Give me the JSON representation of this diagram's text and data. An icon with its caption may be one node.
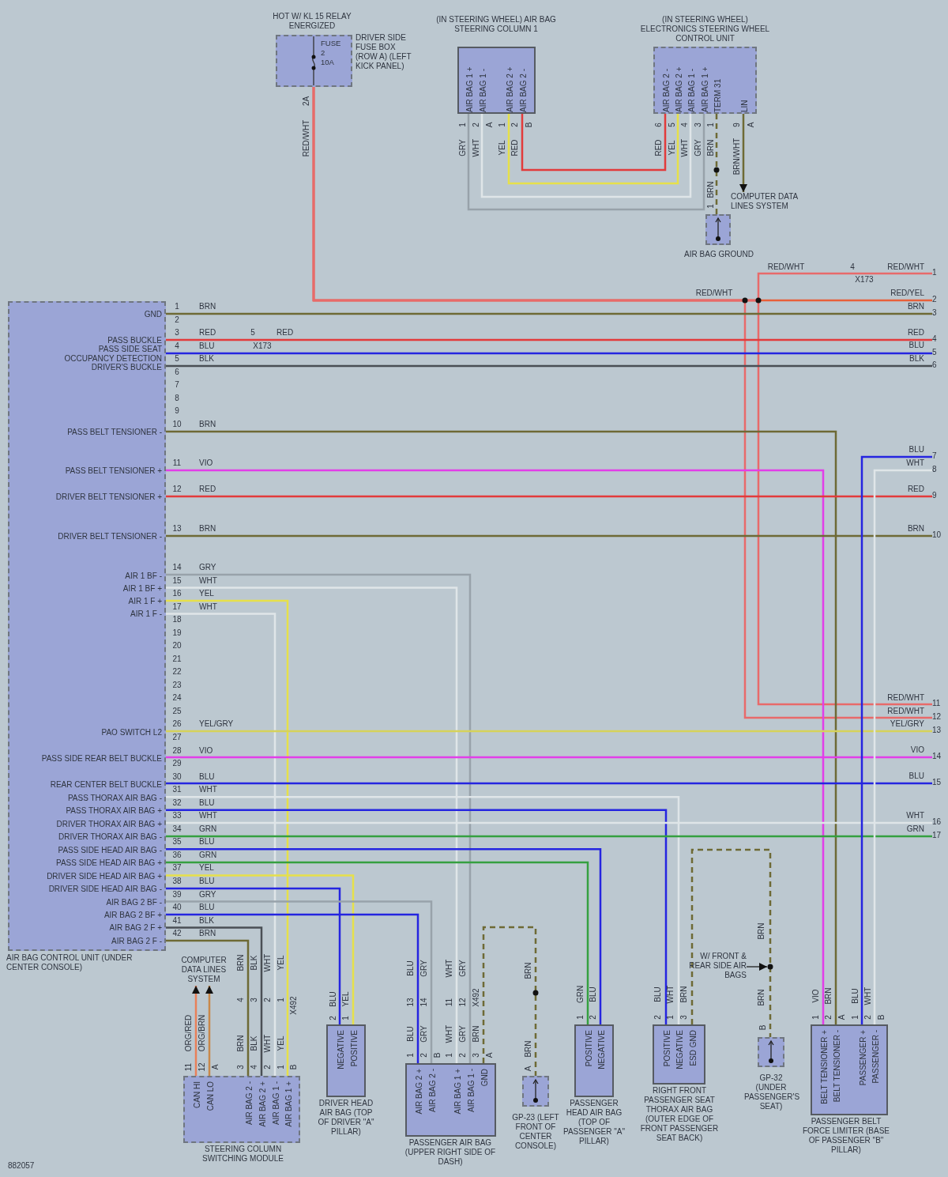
{
  "diagram": {
    "nodes": [
      {
        "text": [
          "FUSE 2 10A",
          "DRIVER SIDE FUSE BOX (ROW A) (LEFT KICK PANEL)"
        ],
        "beside": [
          "HOT W/ KL 15 RELAY ENERGIZED"
        ]
      },
      {
        "text": [
          "(IN STEERING WHEEL) AIR BAG STEERING COLUMN 1",
          "AIR BAG 1 +",
          "AIR BAG 1 -",
          "AIR BAG 2 +",
          "AIR BAG 2 -"
        ]
      },
      {
        "text": [
          "(IN STEERING WHEEL) ELECTRONICS STEERING WHEEL CONTROL UNIT",
          "AIR BAG 2 -",
          "AIR BAG 2 +",
          "AIR BAG 1 -",
          "AIR BAG 1 +",
          "TERM 31",
          "LIN"
        ]
      },
      {
        "text": [
          "COMPUTER DATA LINES SYSTEM"
        ]
      },
      {
        "text": [
          "AIR BAG GROUND"
        ]
      },
      {
        "text": [
          "AIR BAG CONTROL UNIT (UNDER CENTER CONSOLE)",
          "GND",
          "PASS BUCKLE",
          "PASS SIDE SEAT",
          "OCCUPANCY DETECTION",
          "DRIVER'S BUCKLE",
          "PASS BELT TENSIONER -",
          "PASS BELT TENSIONER +",
          "DRIVER BELT TENSIONER +",
          "DRIVER BELT TENSIONER -",
          "AIR 1 BF -",
          "AIR 1 BF +",
          "AIR 1 F +",
          "AIR 1 F -",
          "PAO SWITCH L2",
          "PASS SIDE REAR BELT BUCKLE",
          "REAR CENTER BELT BUCKLE",
          "PASS THORAX AIR BAG -",
          "PASS THORAX AIR BAG +",
          "DRIVER THORAX AIR BAG +",
          "DRIVER THORAX AIR BAG -",
          "PASS SIDE HEAD AIR BAG -",
          "PASS SIDE HEAD AIR BAG +",
          "DRIVER SIDE HEAD AIR BAG +",
          "DRIVER SIDE HEAD AIR BAG -",
          "AIR BAG 2 BF -",
          "AIR BAG 2 BF +",
          "AIR BAG 2 F +",
          "AIR BAG 2 F -"
        ]
      },
      {
        "text": [
          "COMPUTER DATA LINES SYSTEM"
        ]
      },
      {
        "text": [
          "STEERING COLUMN SWITCHING MODULE",
          "CAN HI",
          "CAN LO",
          "AIR BAG 2 -",
          "AIR BAG 2 +",
          "AIR BAG 1 -",
          "AIR BAG 1 +"
        ]
      },
      {
        "text": [
          "DRIVER HEAD AIR BAG (TOP OF DRIVER \"A\" PILLAR)",
          "NEGATIVE",
          "POSITIVE"
        ]
      },
      {
        "text": [
          "PASSENGER AIR BAG (UPPER RIGHT SIDE OF DASH)",
          "AIR BAG 2 +",
          "AIR BAG 2 -",
          "AIR BAG 1 +",
          "AIR BAG 1 -",
          "GND"
        ]
      },
      {
        "text": [
          "GP-23 (LEFT FRONT OF CENTER CONSOLE)"
        ]
      },
      {
        "text": [
          "PASSENGER HEAD AIR BAG (TOP OF PASSENGER \"A\" PILLAR)",
          "POSITIVE",
          "NEGATIVE"
        ]
      },
      {
        "text": [
          "RIGHT FRONT PASSENGER SEAT THORAX AIR BAG (OUTER EDGE OF FRONT PASSENGER SEAT BACK)",
          "POSITIVE",
          "NEGATIVE",
          "ESD GND"
        ]
      },
      {
        "text": [
          "GP-32 (UNDER PASSENGER'S SEAT)"
        ]
      },
      {
        "text": [
          "PASSENGER BELT FORCE LIMITER (BASE OF PASSENGER \"B\" PILLAR)",
          "BELT TENSIONER +",
          "BELT TENSIONER -",
          "PASSENGER +",
          "PASSENGER -"
        ]
      },
      {
        "text": [
          "1"
        ]
      },
      {
        "text": [
          "2"
        ]
      },
      {
        "text": [
          "3"
        ]
      },
      {
        "text": [
          "4"
        ]
      },
      {
        "text": [
          "5"
        ]
      },
      {
        "text": [
          "6"
        ]
      },
      {
        "text": [
          "7"
        ]
      },
      {
        "text": [
          "8"
        ]
      },
      {
        "text": [
          "9"
        ]
      },
      {
        "text": [
          "10"
        ]
      },
      {
        "text": [
          "11"
        ]
      },
      {
        "text": [
          "12"
        ]
      },
      {
        "text": [
          "13"
        ]
      },
      {
        "text": [
          "14"
        ]
      },
      {
        "text": [
          "15"
        ]
      },
      {
        "text": [
          "16"
        ]
      },
      {
        "text": [
          "17"
        ]
      },
      {
        "text": [
          "W/ FRONT & REAR SIDE AIR BAGS"
        ]
      }
    ],
    "edges": [
      {
        "from": 0,
        "to": 15,
        "arrow": "none",
        "color": "#e86a6a"
      },
      {
        "from": 0,
        "to": 16,
        "arrow": "none",
        "color": "#e8603a"
      },
      {
        "from": 0,
        "to": 25,
        "arrow": "none",
        "color": "#e86a6a"
      },
      {
        "from": 0,
        "to": 26,
        "arrow": "none",
        "color": "#e86a6a"
      },
      {
        "from": 1,
        "to": 2,
        "arrow": "none",
        "color": "#e23b3b"
      },
      {
        "from": 1,
        "to": 2,
        "arrow": "none",
        "color": "#e6e04a"
      },
      {
        "from": 1,
        "to": 2,
        "arrow": "none",
        "color": "#dfe5e8"
      },
      {
        "from": 1,
        "to": 2,
        "arrow": "none",
        "color": "#98a2aa"
      },
      {
        "from": 2,
        "to": 4,
        "arrow": "none",
        "style": "dashed",
        "color": "#6e6a35"
      },
      {
        "from": 2,
        "to": 3,
        "arrow": "to",
        "color": "#6e6a35"
      },
      {
        "from": 5,
        "to": 17,
        "arrow": "none",
        "color": "#6e6a35"
      },
      {
        "from": 5,
        "to": 18,
        "arrow": "none",
        "color": "#e23b3b"
      },
      {
        "from": 5,
        "to": 19,
        "arrow": "none",
        "color": "#2525e0"
      },
      {
        "from": 5,
        "to": 20,
        "arrow": "none",
        "color": "#4a4f55"
      },
      {
        "from": 5,
        "to": 14,
        "arrow": "none",
        "color": "#6e6a35"
      },
      {
        "from": 5,
        "to": 14,
        "arrow": "none",
        "color": "#e23ee8"
      },
      {
        "from": 5,
        "to": 23,
        "arrow": "none",
        "color": "#e23b3b"
      },
      {
        "from": 5,
        "to": 24,
        "arrow": "none",
        "color": "#6e6a35"
      },
      {
        "from": 5,
        "to": 9,
        "arrow": "none",
        "color": "#98a2aa"
      },
      {
        "from": 5,
        "to": 9,
        "arrow": "none",
        "color": "#dfe5e8"
      },
      {
        "from": 5,
        "to": 7,
        "arrow": "none",
        "color": "#e6e04a"
      },
      {
        "from": 5,
        "to": 7,
        "arrow": "none",
        "color": "#dfe5e8"
      },
      {
        "from": 5,
        "to": 27,
        "arrow": "none",
        "color": "#d6d25a"
      },
      {
        "from": 5,
        "to": 28,
        "arrow": "none",
        "color": "#e23ee8"
      },
      {
        "from": 5,
        "to": 29,
        "arrow": "none",
        "color": "#2525e0"
      },
      {
        "from": 5,
        "to": 12,
        "arrow": "none",
        "color": "#dfe5e8"
      },
      {
        "from": 5,
        "to": 12,
        "arrow": "none",
        "color": "#2525e0"
      },
      {
        "from": 5,
        "to": 30,
        "arrow": "none",
        "color": "#dfe5e8"
      },
      {
        "from": 5,
        "to": 31,
        "arrow": "none",
        "color": "#35a040"
      },
      {
        "from": 5,
        "to": 11,
        "arrow": "none",
        "color": "#2525e0"
      },
      {
        "from": 5,
        "to": 11,
        "arrow": "none",
        "color": "#35a040"
      },
      {
        "from": 5,
        "to": 8,
        "arrow": "none",
        "color": "#e6e04a"
      },
      {
        "from": 5,
        "to": 8,
        "arrow": "none",
        "color": "#2525e0"
      },
      {
        "from": 5,
        "to": 9,
        "arrow": "none",
        "color": "#98a2aa"
      },
      {
        "from": 5,
        "to": 9,
        "arrow": "none",
        "color": "#2525e0"
      },
      {
        "from": 5,
        "to": 7,
        "arrow": "none",
        "color": "#4a4f55"
      },
      {
        "from": 5,
        "to": 7,
        "arrow": "none",
        "color": "#6e6a35"
      },
      {
        "from": 7,
        "to": 6,
        "arrow": "to",
        "color": "#e8805a"
      },
      {
        "from": 7,
        "to": 6,
        "arrow": "to",
        "color": "#c8884a"
      },
      {
        "from": 9,
        "to": 10,
        "arrow": "none",
        "style": "dashed",
        "color": "#6e6a35"
      },
      {
        "from": 12,
        "to": 13,
        "arrow": "none",
        "style": "dashed",
        "color": "#6e6a35"
      },
      {
        "from": 21,
        "to": 14,
        "arrow": "none",
        "color": "#2525e0"
      },
      {
        "from": 22,
        "to": 14,
        "arrow": "none",
        "color": "#dfe5e8"
      },
      {
        "from": 32,
        "to": null,
        "arrow": "to",
        "color": "#111111"
      }
    ],
    "labels": [
      "2A",
      "RED/WHT",
      "1",
      "2",
      "A",
      "1",
      "2",
      "B",
      "GRY",
      "WHT",
      "YEL",
      "RED",
      "6",
      "5",
      "4",
      "3",
      "1",
      "9",
      "A",
      "RED",
      "YEL",
      "WHT",
      "GRY",
      "BRN",
      "BRN/WHT",
      "BRN",
      "1",
      "RED/WHT",
      "4",
      "X173",
      "RED/WHT",
      "RED/WHT",
      "RED/YEL",
      "BRN",
      "RED",
      "BLU",
      "BLK",
      "BLU",
      "WHT",
      "RED",
      "BRN",
      "RED/WHT",
      "RED/WHT",
      "YEL/GRY",
      "VIO",
      "BLU",
      "WHT",
      "GRN",
      "1",
      "2",
      "3",
      "4",
      "5",
      "6",
      "7",
      "8",
      "9",
      "10",
      "11",
      "12",
      "13",
      "14",
      "15",
      "16",
      "17",
      "18",
      "19",
      "20",
      "21",
      "22",
      "23",
      "24",
      "25",
      "26",
      "27",
      "28",
      "29",
      "30",
      "31",
      "32",
      "33",
      "34",
      "35",
      "36",
      "37",
      "38",
      "39",
      "40",
      "41",
      "42",
      "BRN",
      "RED",
      "BLU",
      "BLK",
      "BRN",
      "VIO",
      "RED",
      "BRN",
      "GRY",
      "WHT",
      "YEL",
      "WHT",
      "YEL/GRY",
      "VIO",
      "BLU",
      "WHT",
      "BLU",
      "WHT",
      "GRN",
      "BLU",
      "GRN",
      "YEL",
      "BLU",
      "GRY",
      "BLU",
      "BLK",
      "BRN",
      "5",
      "RED",
      "X173",
      "ORG/RED",
      "ORG/BRN",
      "11",
      "12",
      "A",
      "BRN",
      "BLK",
      "WHT",
      "YEL",
      "4",
      "3",
      "2",
      "1",
      "X492",
      "BRN",
      "BLK",
      "WHT",
      "YEL",
      "3",
      "4",
      "2",
      "1",
      "B",
      "BLU",
      "2",
      "YEL",
      "1",
      "BLU",
      "GRY",
      "WHT",
      "GRY",
      "13",
      "14",
      "11",
      "12",
      "X492",
      "BLU",
      "GRY",
      "WHT",
      "GRY",
      "BRN",
      "1",
      "2",
      "B",
      "1",
      "2",
      "3",
      "A",
      "BRN",
      "BRN",
      "A",
      "GRN",
      "BLU",
      "1",
      "2",
      "BLU",
      "WHT",
      "BRN",
      "2",
      "1",
      "3",
      "BRN",
      "BRN",
      "B",
      "VIO",
      "BRN",
      "BLU",
      "WHT",
      "1",
      "2",
      "A",
      "1",
      "2",
      "B",
      "882057"
    ]
  }
}
